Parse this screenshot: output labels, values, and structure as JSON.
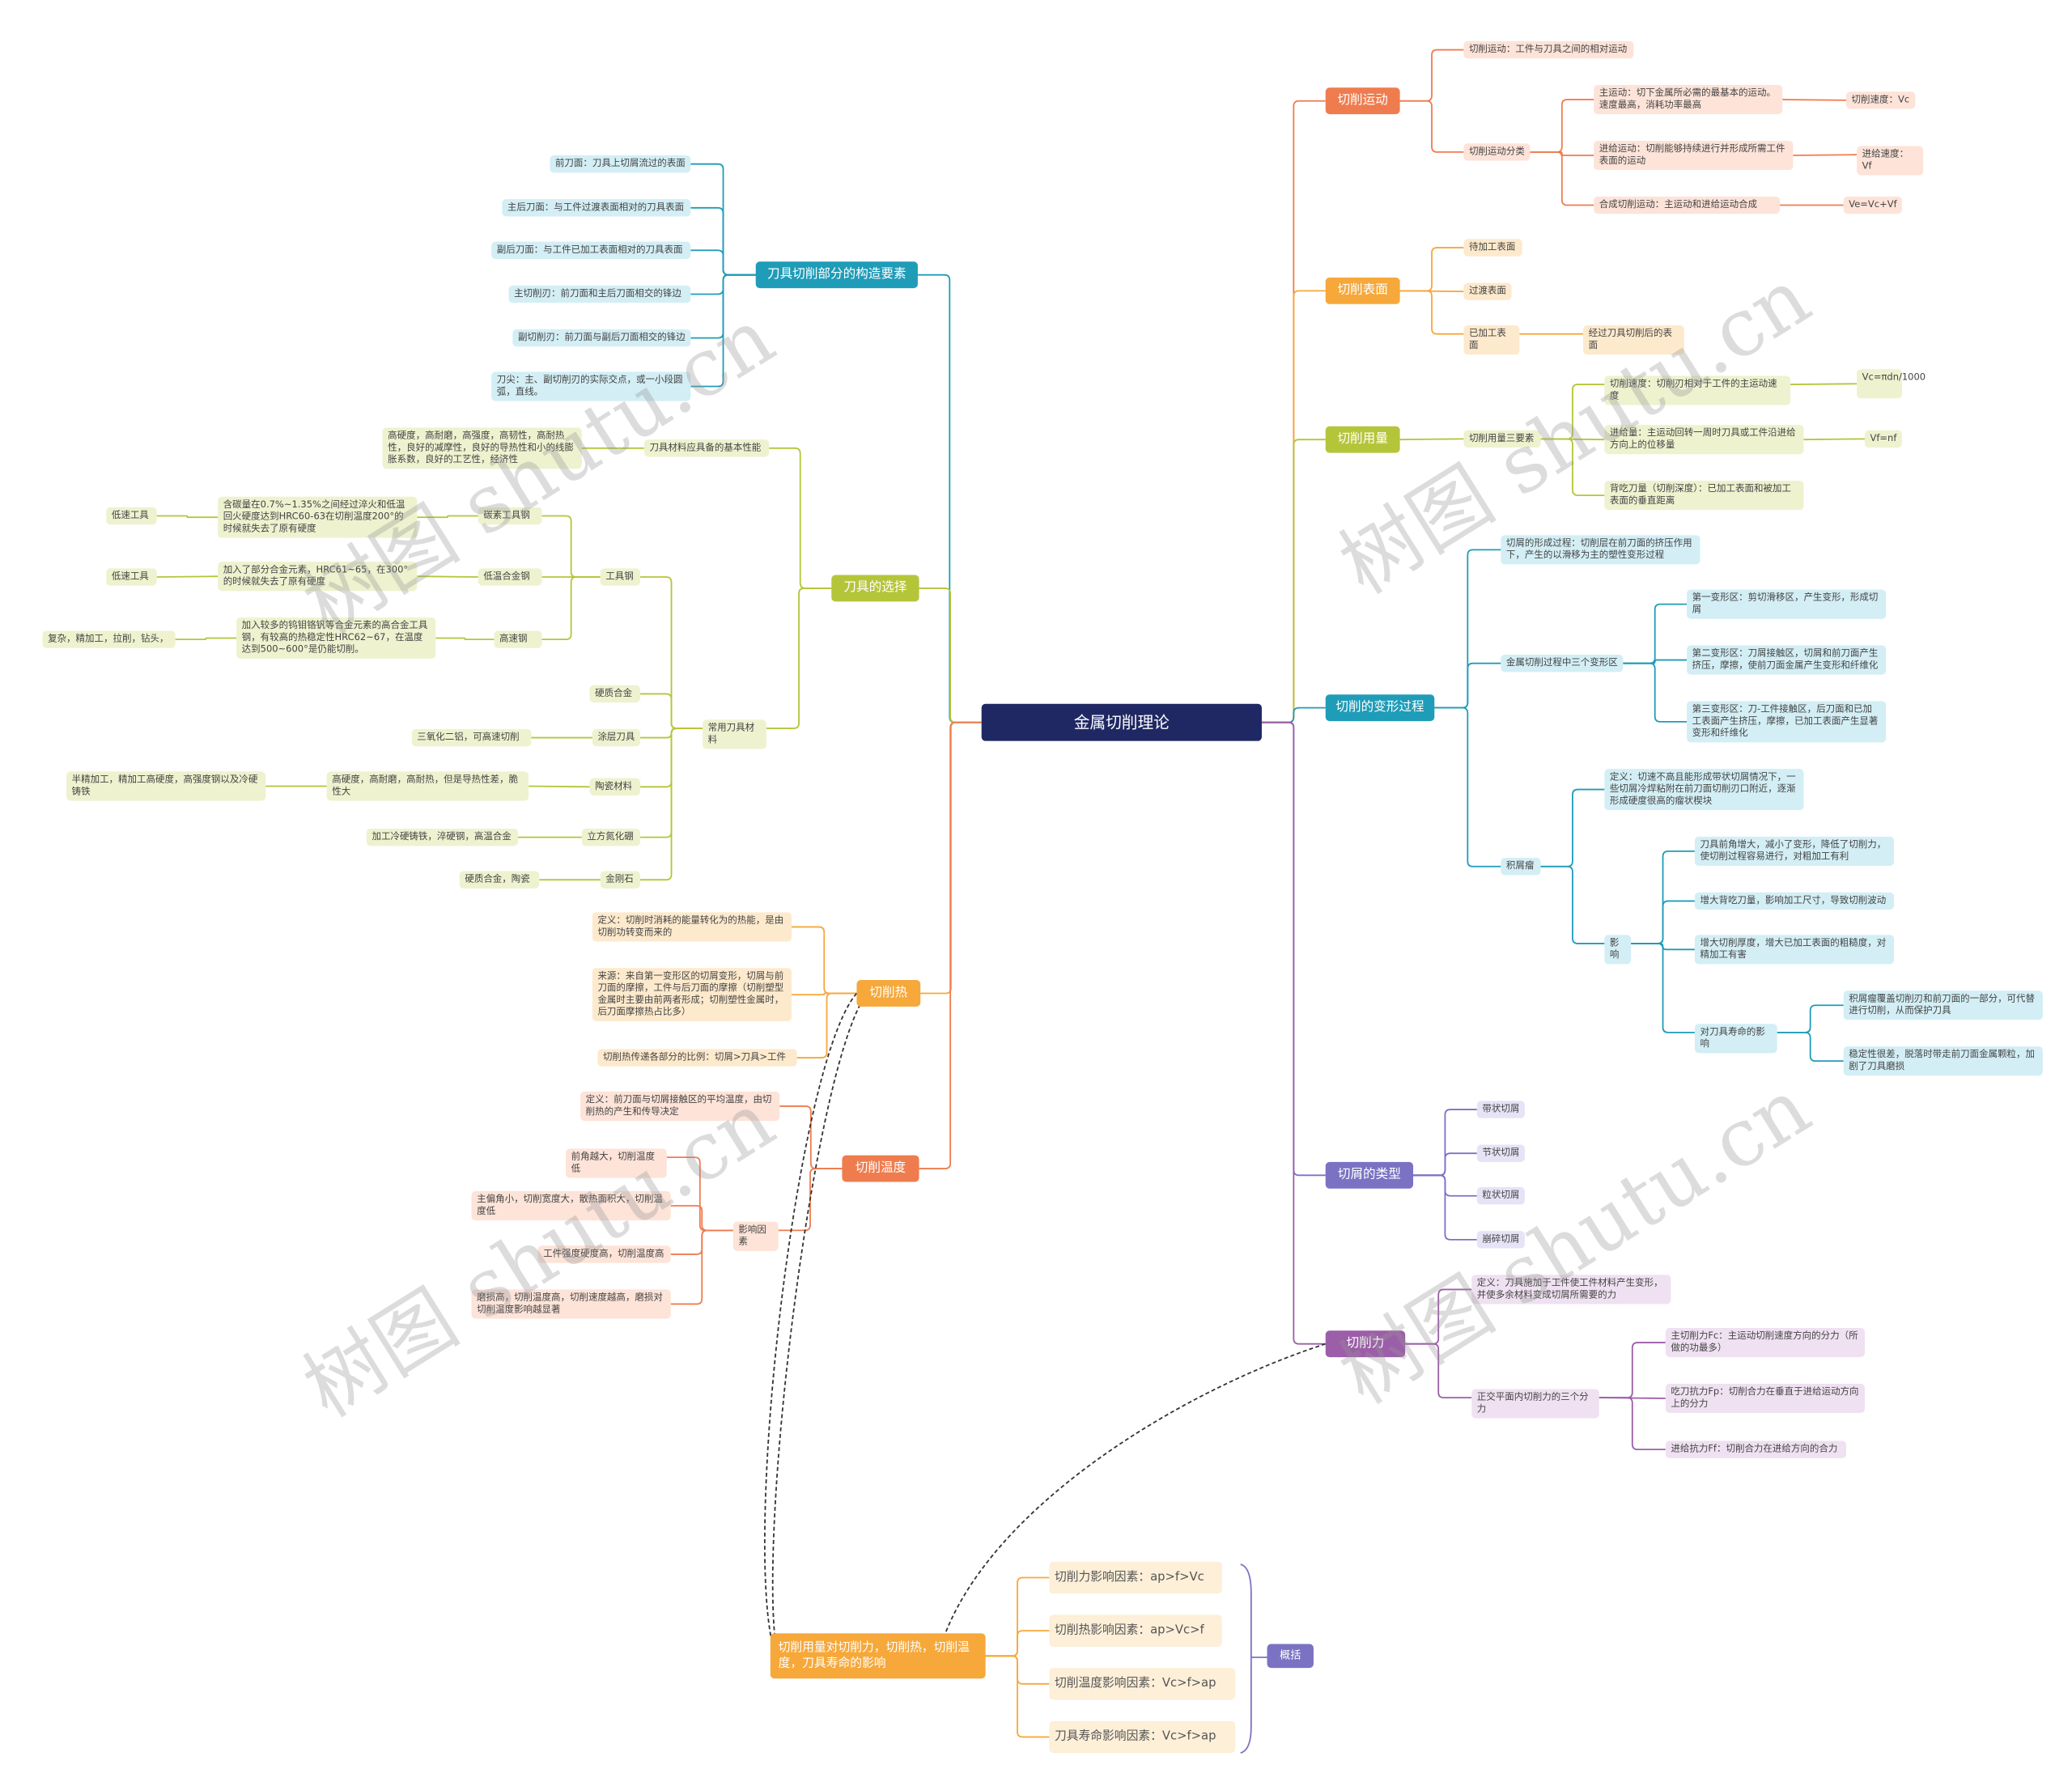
{
  "root": {
    "label": "金属切削理论"
  },
  "summary": {
    "label": "概括"
  },
  "watermarks": [
    "树图 shutu.cn",
    "树图 shutu.cn",
    "树图 shutu.cn",
    "树图 shutu.cn"
  ],
  "colors": {
    "root": "#1f2863",
    "motion": "#ef7c4f",
    "surface": "#f6a83a",
    "amount": "#b5c53a",
    "deform": "#1f9cb8",
    "chip_type": "#7b72c3",
    "force": "#9c5ea8",
    "tool_parts": "#1f9cb8",
    "tool_select": "#b5c53a",
    "heat": "#f6a83a",
    "temperature": "#ef7c4f",
    "impact": "#f6a83a"
  },
  "nodes": {
    "n0": "切削运动",
    "n1": "切削运动：工件与刀具之间的相对运动",
    "n2": "切削运动分类",
    "n3": "主运动：切下金属所必需的最基本的运动。速度最高，消耗功率最高",
    "n4": "切削速度：Vc",
    "n5": "进给运动：切削能够持续进行并形成所需工件表面的运动",
    "n6": "进给速度：Vf",
    "n7": "合成切削运动：主运动和进给运动合成",
    "n8": "Ve=Vc+Vf",
    "n9": "切削表面",
    "n10": "待加工表面",
    "n11": "过渡表面",
    "n12": "已加工表面",
    "n13": "经过刀具切削后的表面",
    "n14": "切削用量",
    "n15": "切削用量三要素",
    "n16": "切削速度：切削刃相对于工件的主运动速度",
    "n17": "Vc=πdn/1000",
    "n18": "进给量：主运动回转一周时刀具或工件沿进给方向上的位移量",
    "n19": "Vf=nf",
    "n20": "背吃刀量（切削深度）：已加工表面和被加工表面的垂直距离",
    "n21": "切削的变形过程",
    "n22": "切屑的形成过程：切削层在前刀面的挤压作用下，产生的以滑移为主的塑性变形过程",
    "n23": "金属切削过程中三个变形区",
    "n24": "第一变形区：剪切滑移区，产生变形，形成切屑",
    "n25": "第二变形区：刀屑接触区，切屑和前刀面产生挤压，摩擦，使前刀面金属产生变形和纤维化",
    "n26": "第三变形区：刀-工件接触区，后刀面和已加工表面产生挤压，摩擦，已加工表面产生显著变形和纤维化",
    "n27": "积屑瘤",
    "n28": "定义：切速不高且能形成带状切屑情况下，一些切屑冷焊粘附在前刀面切削刃口附近，逐渐形成硬度很高的瘤状楔块",
    "n29": "影响",
    "n30": "刀具前角增大，减小了变形，降低了切削力，使切削过程容易进行，对粗加工有利",
    "n31": "增大背吃刀量，影响加工尺寸，导致切削波动",
    "n32": "增大切削厚度，增大已加工表面的粗糙度，对精加工有害",
    "n33": "对刀具寿命的影响",
    "n34": "积屑瘤覆盖切削刃和前刀面的一部分，可代替进行切削，从而保护刀具",
    "n35": "稳定性很差，脱落时带走前刀面金属颗粒，加剧了刀具磨损",
    "n36": "切屑的类型",
    "n37": "带状切屑",
    "n38": "节状切屑",
    "n39": "粒状切屑",
    "n40": "崩碎切屑",
    "n41": "切削力",
    "n42": "定义：刀具施加于工件使工件材料产生变形，并使多余材料变成切屑所需要的力",
    "n43": "正交平面内切削力的三个分力",
    "n44": "主切削力Fc：主运动切削速度方向的分力（所做的功最多）",
    "n45": "吃刀抗力Fp：切削合力在垂直于进给运动方向上的分力",
    "n46": "进给抗力Ff：切削合力在进给方向的合力",
    "n47": "刀具切削部分的构造要素",
    "n48": "前刀面：刀具上切屑流过的表面",
    "n49": "主后刀面：与工件过渡表面相对的刀具表面",
    "n50": "副后刀面：与工件已加工表面相对的刀具表面",
    "n51": "主切削刃：前刀面和主后刀面相交的锋边",
    "n52": "副切削刃：前刀面与副后刀面相交的锋边",
    "n53": "刀尖：主、副切削刃的实际交点，或一小段圆弧，直线。",
    "n54": "刀具的选择",
    "n55": "刀具材料应具备的基本性能",
    "n56": "高硬度，高耐磨，高强度，高韧性，高耐热性，良好的减摩性，良好的导热性和小的线膨胀系数，良好的工艺性，经济性",
    "n57": "常用刀具材料",
    "n58": "工具钢",
    "n59": "碳素工具钢",
    "n60": "含碳量在0.7%~1.35%之间经过淬火和低温回火硬度达到HRC60-63在切削温度200°的时候就失去了原有硬度",
    "n61": "低速工具",
    "n62": "低温合金钢",
    "n63": "加入了部分合金元素，HRC61~65，在300°的时候就失去了原有硬度",
    "n64": "低速工具",
    "n65": "高速钢",
    "n66": "加入较多的钨钼铬钒等合金元素的高合金工具钢，有较高的热稳定性HRC62~67，在温度达到500~600°是仍能切削。",
    "n67": "复杂，精加工，拉削，钻头，",
    "n68": "硬质合金",
    "n69": "涂层刀具",
    "n70": "三氧化二铝，可高速切削",
    "n71": "陶瓷材料",
    "n72": "高硬度，高耐磨，高耐热，但是导热性差，脆性大",
    "n73": "半精加工，精加工高硬度，高强度钢以及冷硬铸铁",
    "n74": "立方氮化硼",
    "n75": "加工冷硬铸铁，淬硬钢，高温合金",
    "n76": "金刚石",
    "n77": "硬质合金，陶瓷",
    "n78": "切削热",
    "n79": "定义：切削时消耗的能量转化为的热能，是由切削功转变而来的",
    "n80": "来源：来自第一变形区的切屑变形，切屑与前刀面的摩擦，工件与后刀面的摩擦（切削塑型金属时主要由前两者形成；切削塑性金属时，后刀面摩擦热占比多）",
    "n81": "切削热传递各部分的比例：切屑>刀具>工件",
    "n82": "切削温度",
    "n83": "定义：前刀面与切屑接触区的平均温度，由切削热的产生和传导决定",
    "n84": "影响因素",
    "n85": "前角越大，切削温度低",
    "n86": "主偏角小，切削宽度大，散热面积大，切削温度低",
    "n87": "工件强度硬度高，切削温度高",
    "n88": "磨损高，切削温度高，切削速度越高，磨损对切削温度影响越显著",
    "n89": "切削用量对切削力，切削热，切削温度，刀具寿命的影响",
    "n90": "切削力影响因素：ap>f>Vc",
    "n91": "切削热影响因素：ap>Vc>f",
    "n92": "切削温度影响因素：Vc>f>ap",
    "n93": "刀具寿命影响因素：Vc>f>ap"
  }
}
